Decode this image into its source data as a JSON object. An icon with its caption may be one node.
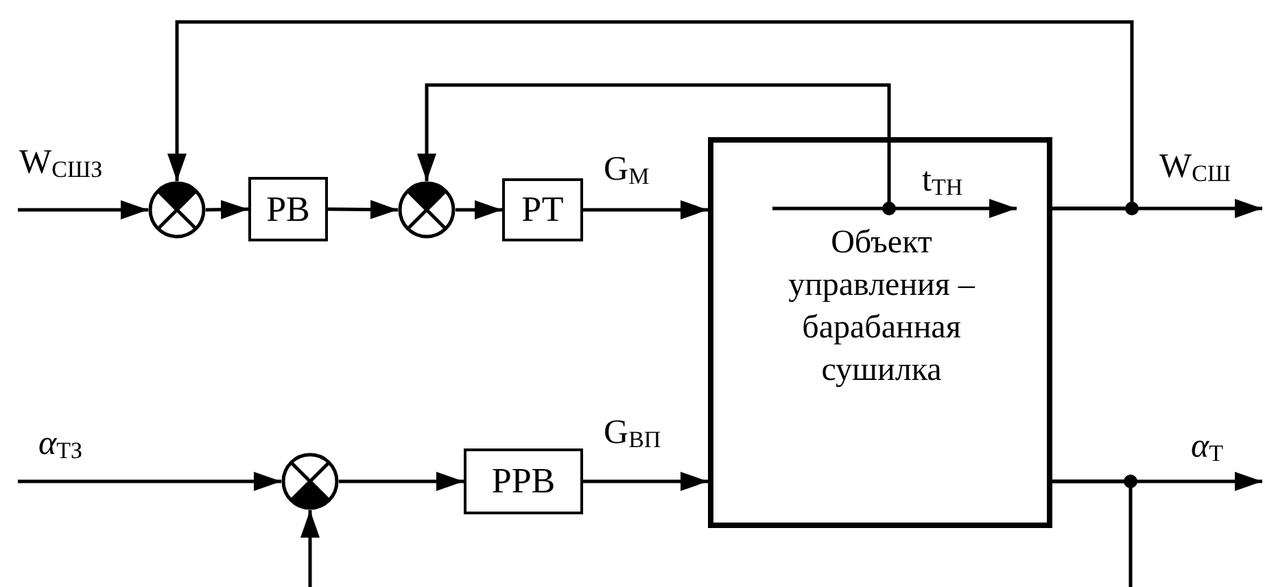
{
  "diagram": {
    "nodes": [
      {
        "text": [],
        "shape": "circle"
      },
      {
        "text": [
          "РВ"
        ]
      },
      {
        "text": [],
        "shape": "circle"
      },
      {
        "text": [
          "РТ"
        ]
      },
      {
        "text": [
          "Объект управления – барабанная сушилка"
        ]
      },
      {
        "text": [],
        "shape": "circle"
      },
      {
        "text": [
          "РРВ"
        ]
      }
    ],
    "edges": [
      {
        "from": null,
        "to": 0,
        "arrow": "to",
        "label": "W$_{СШЗ}$"
      },
      {
        "from": 0,
        "to": 1,
        "arrow": "to"
      },
      {
        "from": 1,
        "to": 2,
        "arrow": "to"
      },
      {
        "from": 2,
        "to": 3,
        "arrow": "to"
      },
      {
        "from": 3,
        "to": 4,
        "arrow": "to",
        "label": "G$_{М}$"
      },
      {
        "from": 4,
        "to": null,
        "arrow": "to",
        "label": "W$_{СШ}$"
      },
      {
        "from": 4,
        "to": 0,
        "arrow": "to"
      },
      {
        "from": 4,
        "to": 2,
        "arrow": "to"
      },
      {
        "from": null,
        "to": 5,
        "arrow": "to",
        "label": "*α*$_{ТЗ}$"
      },
      {
        "from": 5,
        "to": 6,
        "arrow": "to"
      },
      {
        "from": 6,
        "to": 4,
        "arrow": "to",
        "label": "G$_{ВП}$"
      },
      {
        "from": 4,
        "to": null,
        "arrow": "to",
        "label": "*α*$_{Т}$"
      },
      {
        "from": 4,
        "to": null,
        "arrow": "none"
      },
      {
        "from": null,
        "to": 5,
        "arrow": "to"
      }
    ],
    "labels": [
      "t$_{ТН}$"
    ]
  }
}
